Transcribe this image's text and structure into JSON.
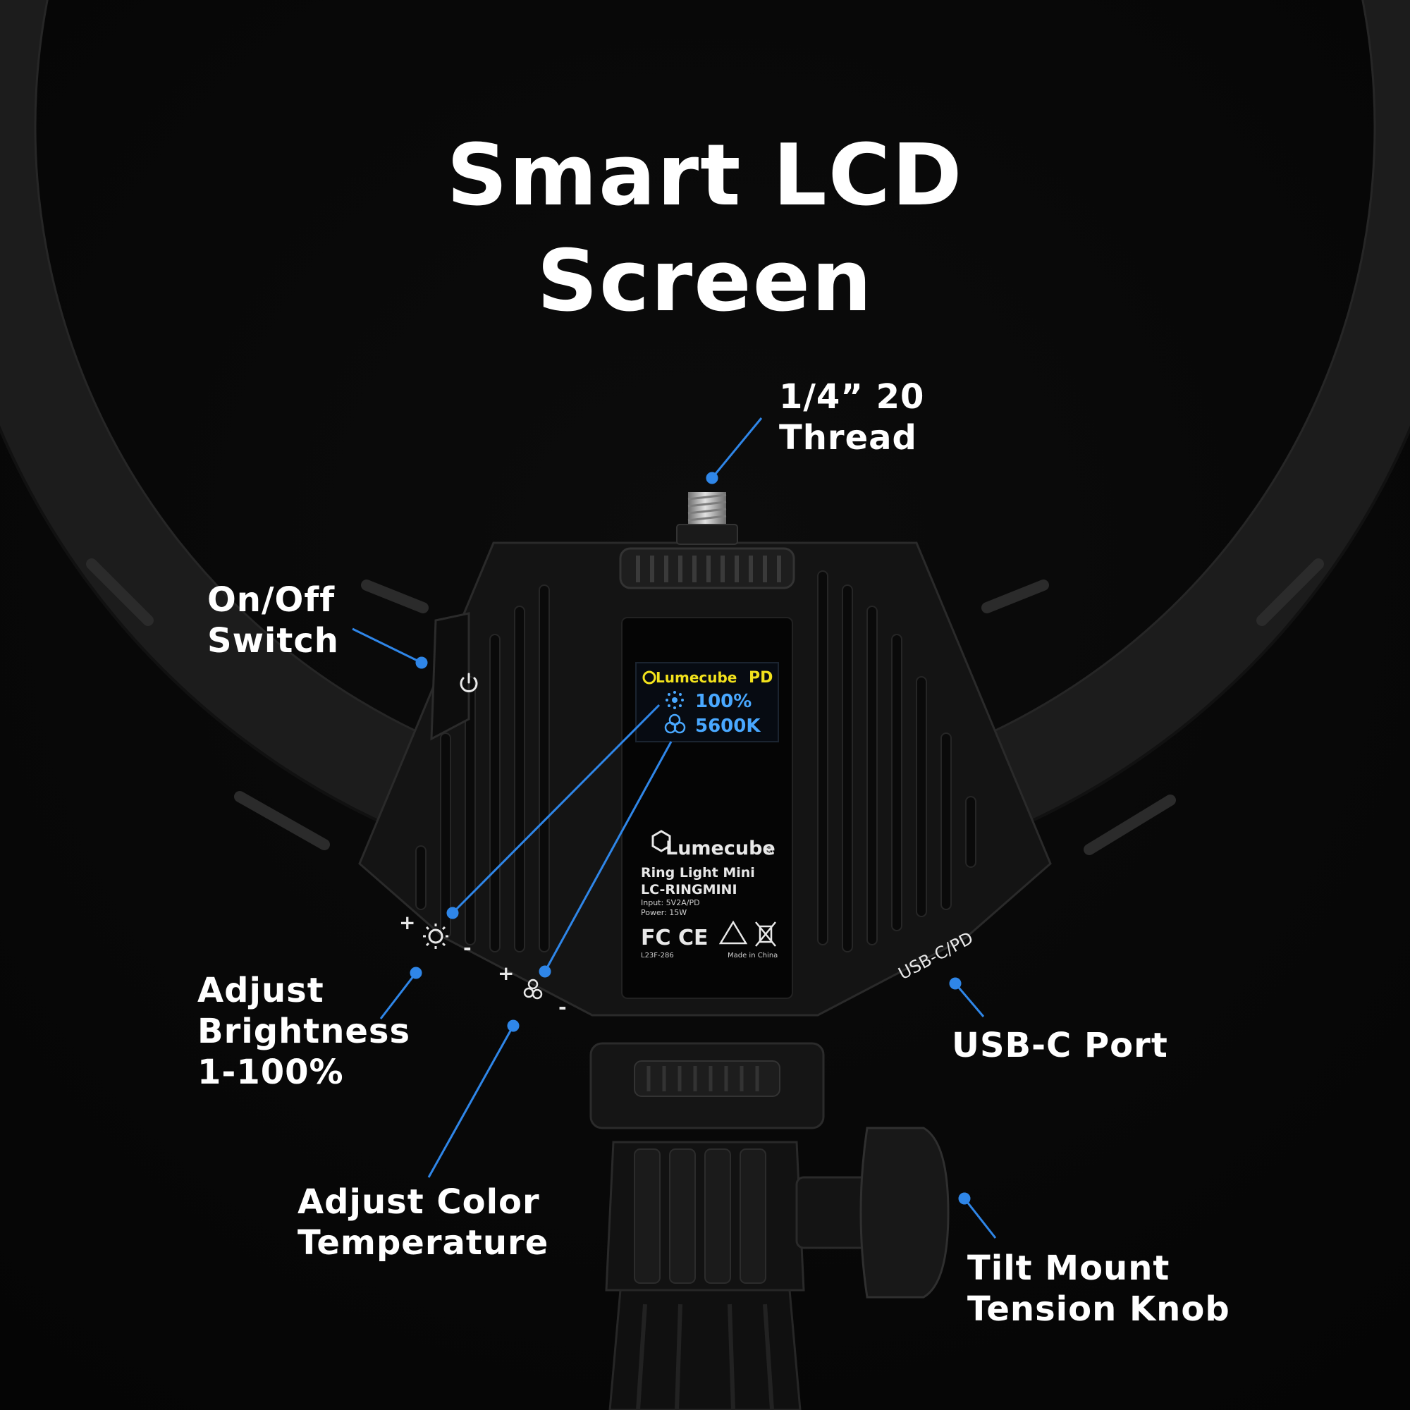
{
  "title": {
    "line1": "Smart LCD",
    "line2": "Screen"
  },
  "callouts": {
    "thread": "1/4” 20\nThread",
    "onoff": "On/Off\nSwitch",
    "brightness": "Adjust\nBrightness\n1-100%",
    "color_temp": "Adjust Color\nTemperature",
    "usbc": "USB-C Port",
    "tilt": "Tilt Mount\nTension Knob"
  },
  "lcd": {
    "brand": "Lumecube",
    "pd": "PD",
    "brightness": "100%",
    "color_temp": "5600K"
  },
  "label_plate": {
    "brand": "Lumecube",
    "trademark": "®",
    "model_name": "Ring Light Mini",
    "model_code": "LC-RINGMINI",
    "input": "Input: 5V2A/PD",
    "power": "Power: 15W",
    "fcc": "FC",
    "ce": "CE",
    "serial": "L23F-286",
    "origin": "Made in China"
  },
  "controls": {
    "plus": "+",
    "minus": "-",
    "usb_port_label": "USB-C/PD"
  },
  "icons": [
    "power-icon",
    "sun-icon",
    "color-temperature-icon",
    "recycle-icon",
    "weee-bin-icon",
    "lumecube-logo-icon"
  ],
  "colors": {
    "background": "#0a0a0a",
    "ring": "#1a1a1a",
    "hub": "#141414",
    "accent_blue": "#2f86e8",
    "lcd_yellow": "#f2e21c",
    "lcd_blue": "#49a8ff",
    "text": "#ffffff"
  }
}
